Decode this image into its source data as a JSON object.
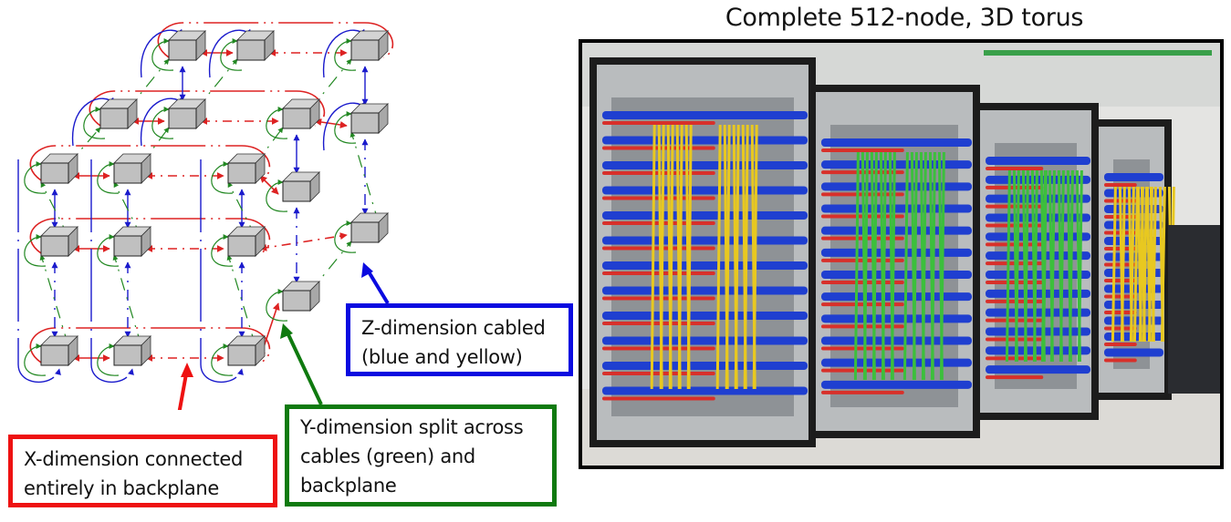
{
  "slide": {
    "photo_title": "Complete 512-node, 3D torus"
  },
  "callouts": {
    "x_dimension": {
      "lines": [
        "X-dimension connected",
        "entirely in backplane"
      ],
      "color": "#ee1111"
    },
    "y_dimension": {
      "lines": [
        "Y-dimension split across",
        "cables (green) and",
        "backplane"
      ],
      "color": "#0f7a0f"
    },
    "z_dimension": {
      "lines": [
        "Z-dimension cabled",
        "(blue and yellow)"
      ],
      "color": "#0a0ae0"
    }
  },
  "diagram": {
    "description": "3D torus node grid with wraparound links",
    "link_colors": {
      "x": "#dd2222",
      "y": "#228822",
      "z": "#1a1acc"
    },
    "node_color": "#c0c0c0"
  },
  "photo": {
    "description": "Four server racks densely cabled with blue, red, yellow and green cables",
    "cable_colors": {
      "blue": "#1f3fd0",
      "red": "#d8302a",
      "yellow": "#e8c820",
      "green": "#3cbf3c"
    }
  }
}
